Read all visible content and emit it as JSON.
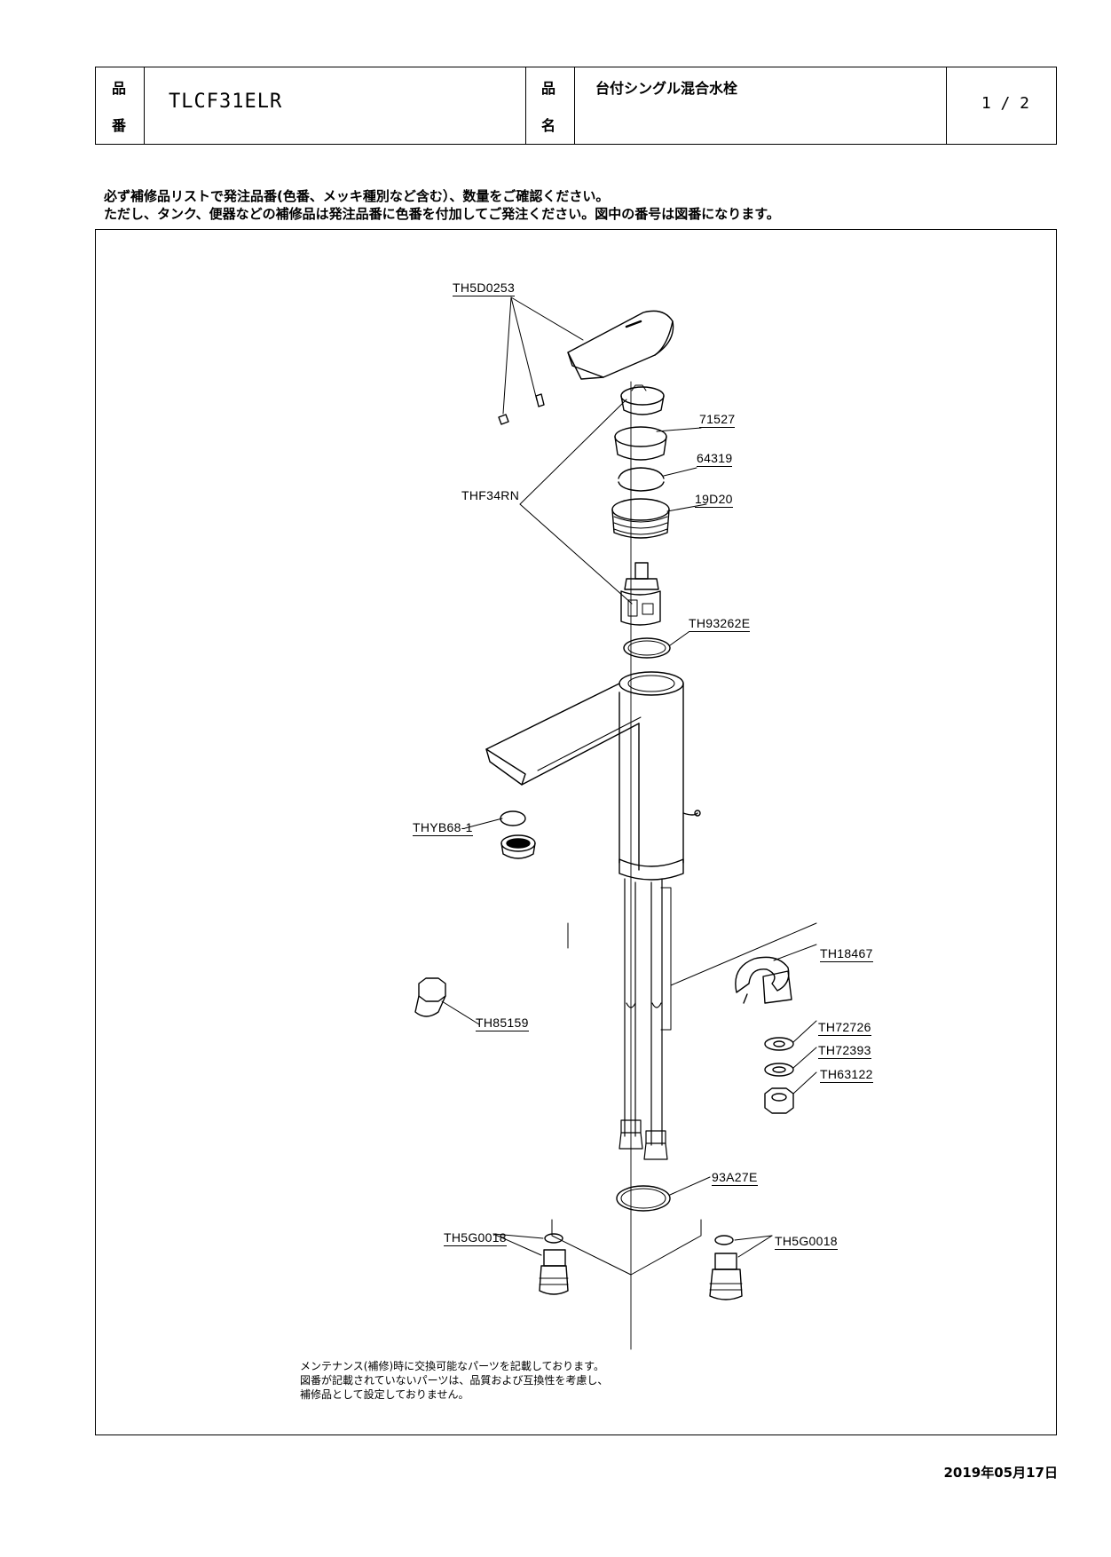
{
  "header": {
    "hinban_label_1": "品",
    "hinban_label_2": "番",
    "part_number": "TLCF31ELR",
    "hinmei_label_1": "品",
    "hinmei_label_2": "名",
    "product_name": "台付シングル混合水栓",
    "page": "1 / 2"
  },
  "notes": {
    "line1": "必ず補修品リストで発注品番(色番、メッキ種別など含む）、数量をご確認ください。",
    "line2": "ただし、タンク、便器などの補修品は発注品番に色番を付加してご発注ください。図中の番号は図番になります。"
  },
  "parts": {
    "th5d0253": "TH5D0253",
    "p71527": "71527",
    "p64319": "64319",
    "thf34rn": "THF34RN",
    "p19d20": "19D20",
    "th93262e": "TH93262E",
    "thyb68": "THYB68-1",
    "th18467": "TH18467",
    "th85159": "TH85159",
    "th72726": "TH72726",
    "th72393": "TH72393",
    "th63122": "TH63122",
    "p93a27e": "93A27E",
    "th5g0018_left": "TH5G0018",
    "th5g0018_right": "TH5G0018"
  },
  "maintenance": {
    "line1": "メンテナンス(補修)時に交換可能なパーツを記載しております。",
    "line2": "図番が記載されていないパーツは、品質および互換性を考慮し、",
    "line3": "補修品として設定しておりません。"
  },
  "date": "2019年05月17日"
}
